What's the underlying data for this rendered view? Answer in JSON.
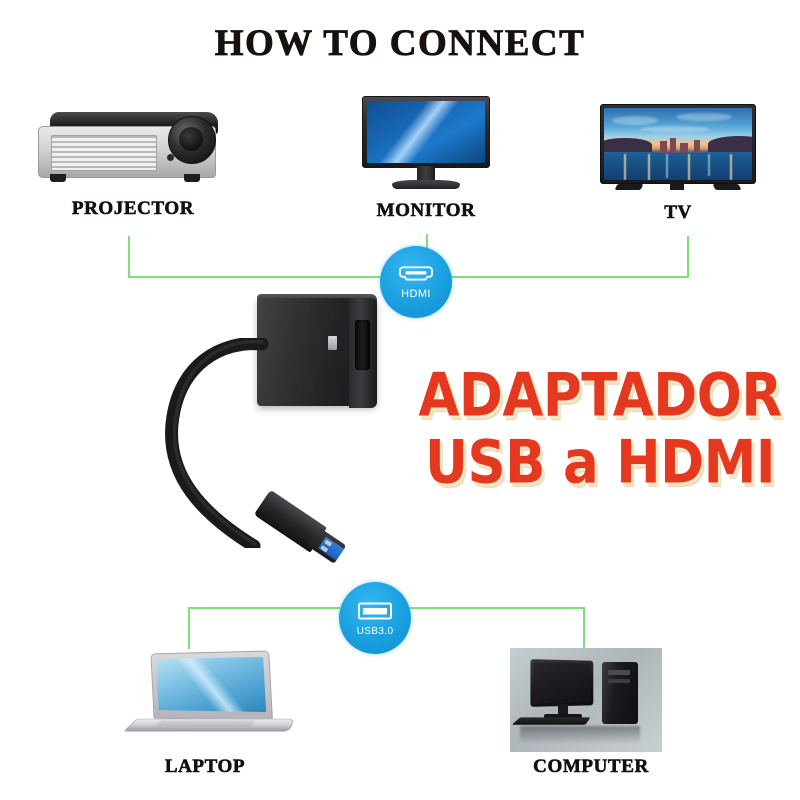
{
  "page": {
    "title": "HOW TO CONNECT",
    "background_color": "#ffffff"
  },
  "colors": {
    "title_text": "#16110f",
    "connector_line": "#7ee07a",
    "badge_blue": "#1ba0e0",
    "product_red": "#e5391f",
    "product_shadow": "#fbe9c6"
  },
  "outputs": {
    "devices": [
      {
        "id": "projector",
        "label": "PROJECTOR"
      },
      {
        "id": "monitor",
        "label": "MONITOR"
      },
      {
        "id": "tv",
        "label": "TV"
      }
    ],
    "badge": {
      "label": "HDMI",
      "icon": "hdmi-port-icon"
    }
  },
  "inputs": {
    "devices": [
      {
        "id": "laptop",
        "label": "LAPTOP"
      },
      {
        "id": "computer",
        "label": "COMPUTER"
      }
    ],
    "badge": {
      "label": "USB3.0",
      "icon": "usb-port-icon"
    }
  },
  "product": {
    "name_line1": "ADAPTADOR",
    "name_line2": "USB a HDMI",
    "device_icon": "usb-to-hdmi-adapter"
  }
}
